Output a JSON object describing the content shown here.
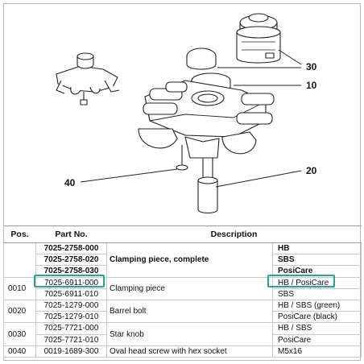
{
  "callouts": {
    "c30": "30",
    "c10": "10",
    "c20": "20",
    "c40": "40"
  },
  "table": {
    "headers": {
      "pos": "Pos.",
      "part": "Part No.",
      "desc": "Description"
    },
    "rows": [
      {
        "part": "7025-2758-000",
        "variant": "HB"
      },
      {
        "part": "7025-2758-020",
        "desc": "Clamping piece, complete",
        "variant": "SBS"
      },
      {
        "part": "7025-2758-030",
        "variant": "PosiCare"
      },
      {
        "pos": "0010",
        "part": "7025-6911-000",
        "desc": "Clamping piece",
        "variant": "HB / PosiCare"
      },
      {
        "part": "7025-6911-010",
        "variant": "SBS"
      },
      {
        "pos": "0020",
        "part": "7025-1279-000",
        "desc": "Barrel bolt",
        "variant": "HB / SBS  (green)"
      },
      {
        "part": "7025-1279-010",
        "variant": "PosiCare  (black)"
      },
      {
        "pos": "0030",
        "part": "7025-7721-000",
        "desc": "Star knob",
        "variant": "HB / SBS"
      },
      {
        "part": "7025-7721-010",
        "variant": "PosiCare"
      },
      {
        "pos": "0040",
        "part": "0019-1689-300",
        "desc": "Oval head screw with hex socket",
        "variant": "M5x16"
      }
    ]
  },
  "colors": {
    "highlight": "#2aa48a"
  }
}
